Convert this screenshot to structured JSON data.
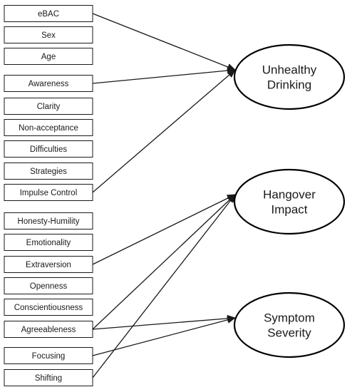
{
  "colors": {
    "stroke": "#1a1a1a",
    "background": "#ffffff"
  },
  "predictors": [
    {
      "id": "ebac",
      "label": "eBAC"
    },
    {
      "id": "sex",
      "label": "Sex"
    },
    {
      "id": "age",
      "label": "Age"
    },
    {
      "id": "awareness",
      "label": "Awareness"
    },
    {
      "id": "clarity",
      "label": "Clarity"
    },
    {
      "id": "non-acceptance",
      "label": "Non-acceptance"
    },
    {
      "id": "difficulties",
      "label": "Difficulties"
    },
    {
      "id": "strategies",
      "label": "Strategies"
    },
    {
      "id": "impulse-control",
      "label": "Impulse Control"
    },
    {
      "id": "honesty-humility",
      "label": "Honesty-Humility"
    },
    {
      "id": "emotionality",
      "label": "Emotionality"
    },
    {
      "id": "extraversion",
      "label": "Extraversion"
    },
    {
      "id": "openness",
      "label": "Openness"
    },
    {
      "id": "conscientiousness",
      "label": "Conscientiousness"
    },
    {
      "id": "agreeableness",
      "label": "Agreeableness"
    },
    {
      "id": "focusing",
      "label": "Focusing"
    },
    {
      "id": "shifting",
      "label": "Shifting"
    }
  ],
  "outcomes": [
    {
      "id": "unhealthy-drinking",
      "lines": [
        "Unhealthy",
        "Drinking"
      ]
    },
    {
      "id": "hangover-impact",
      "lines": [
        "Hangover",
        "Impact"
      ]
    },
    {
      "id": "symptom-severity",
      "lines": [
        "Symptom",
        "Severity"
      ]
    }
  ],
  "paths": [
    {
      "from": "ebac",
      "to": "unhealthy-drinking"
    },
    {
      "from": "awareness",
      "to": "unhealthy-drinking"
    },
    {
      "from": "impulse-control",
      "to": "unhealthy-drinking"
    },
    {
      "from": "extraversion",
      "to": "hangover-impact"
    },
    {
      "from": "agreeableness",
      "to": "hangover-impact"
    },
    {
      "from": "shifting",
      "to": "hangover-impact"
    },
    {
      "from": "agreeableness",
      "to": "symptom-severity"
    },
    {
      "from": "focusing",
      "to": "symptom-severity"
    }
  ]
}
